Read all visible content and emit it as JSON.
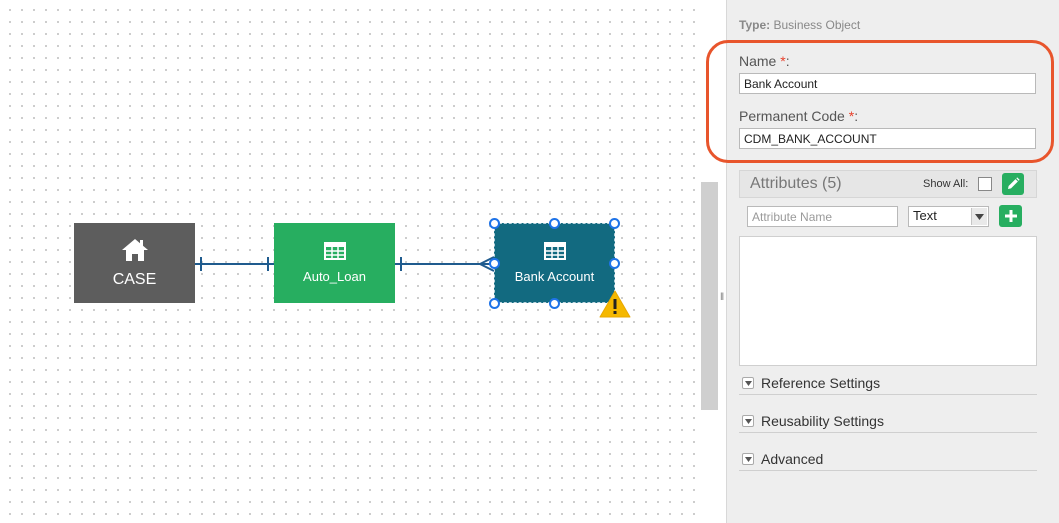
{
  "diagram": {
    "nodes": [
      {
        "id": "case",
        "label": "CASE",
        "color": "#5d5d5d",
        "icon": "home-icon"
      },
      {
        "id": "auto_loan",
        "label": "Auto_Loan",
        "color": "#27ae60",
        "icon": "table-icon"
      },
      {
        "id": "bank_account",
        "label": "Bank Account",
        "color": "#126a80",
        "icon": "table-icon",
        "selected": true,
        "warning": true
      }
    ],
    "connector_color": "#1f5b8e"
  },
  "panel": {
    "type_label": "Type:",
    "type_value": "Business Object",
    "name_label": "Name",
    "required_marker": "*",
    "label_suffix": ":",
    "name_value": "Bank Account",
    "code_label": "Permanent Code",
    "code_value": "CDM_BANK_ACCOUNT",
    "attributes": {
      "title": "Attributes (5)",
      "show_all_label": "Show All:",
      "name_placeholder": "Attribute Name",
      "type_selected": "Text"
    },
    "sections": [
      {
        "label": "Reference Settings"
      },
      {
        "label": "Reusability Settings"
      },
      {
        "label": "Advanced"
      }
    ],
    "highlight_color": "#e8552c"
  }
}
